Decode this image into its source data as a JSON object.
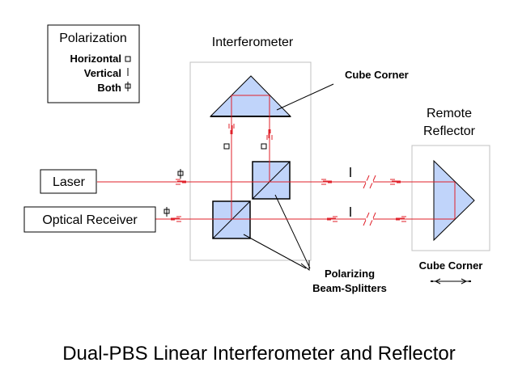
{
  "title": "Dual-PBS Linear Interferometer and Reflector",
  "legend": {
    "heading": "Polarization",
    "items": [
      {
        "label": "Horizontal",
        "symbol": "square"
      },
      {
        "label": "Vertical",
        "symbol": "bar"
      },
      {
        "label": "Both",
        "symbol": "phi"
      }
    ]
  },
  "labels": {
    "interferometer": "Interferometer",
    "cube_corner_top": "Cube Corner",
    "remote_reflector_line1": "Remote",
    "remote_reflector_line2": "Reflector",
    "cube_corner_bottom": "Cube Corner",
    "pbs_line1": "Polarizing",
    "pbs_line2": "Beam-Splitters",
    "laser": "Laser",
    "receiver": "Optical Receiver"
  },
  "colors": {
    "beam": "#e0202a",
    "optic_fill": "#c0d4fa",
    "frame": "#c0c0c0"
  }
}
